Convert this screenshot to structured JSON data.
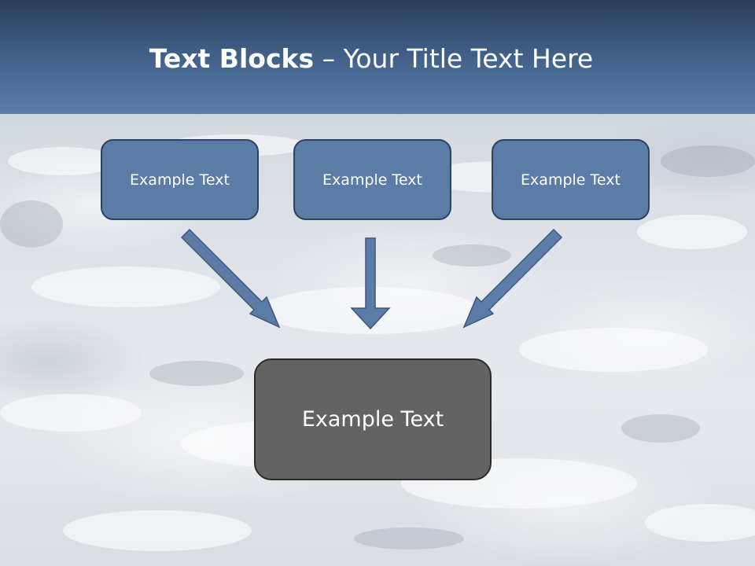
{
  "slide": {
    "title_bold": "Text Blocks",
    "title_separator": " – ",
    "title_rest": "Your Title Text Here"
  },
  "blocks": [
    {
      "label": "Example Text"
    },
    {
      "label": "Example Text"
    },
    {
      "label": "Example Text"
    }
  ],
  "result": {
    "label": "Example Text"
  },
  "colors": {
    "header_top": "#2a3d59",
    "header_bottom": "#5a7ea8",
    "block_fill": "#5b7ca6",
    "block_border": "#2d4160",
    "result_fill": "#636363",
    "result_border": "#2b2b2b"
  }
}
